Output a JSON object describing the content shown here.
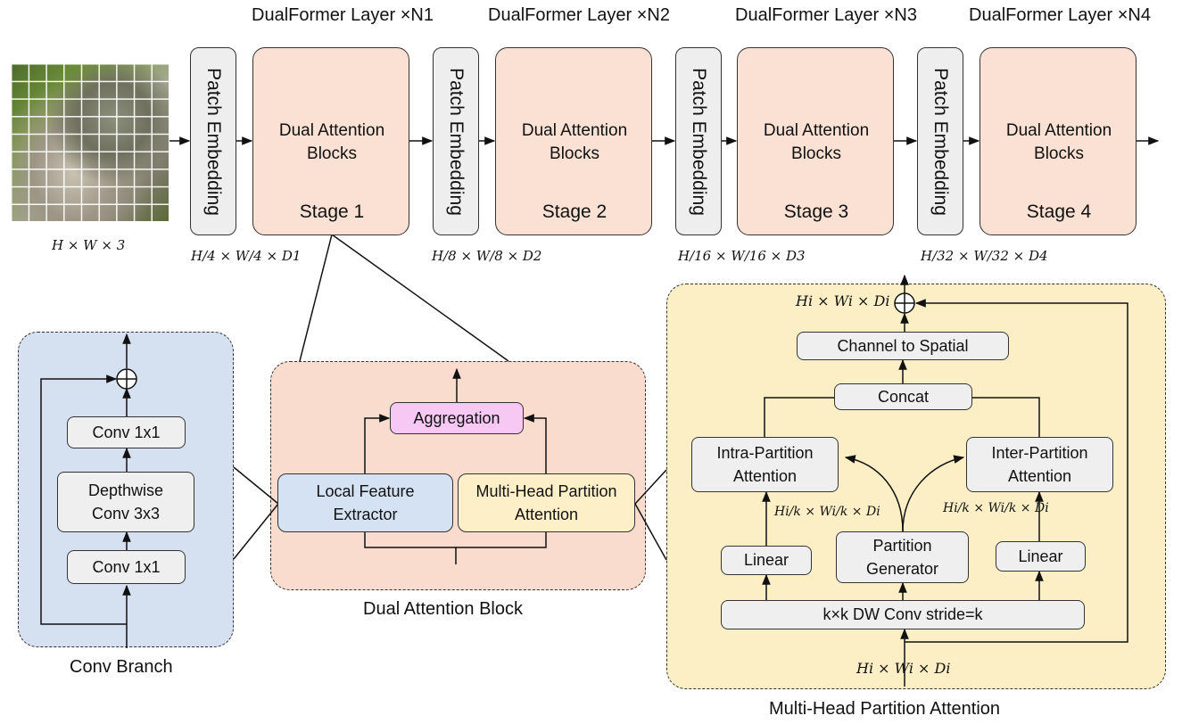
{
  "top": {
    "layer_labels": [
      "DualFormer Layer ×N1",
      "DualFormer Layer ×N2",
      "DualFormer Layer ×N3",
      "DualFormer Layer ×N4"
    ],
    "patch_embedding": "Patch Embedding",
    "block_label": "Dual Attention Blocks",
    "stages": [
      "Stage 1",
      "Stage 2",
      "Stage 3",
      "Stage 4"
    ],
    "input_dim": "H × W × 3",
    "dims": [
      "H/4 × W/4 × D1",
      "H/8 × W/8 × D2",
      "H/16 × W/16 × D3",
      "H/32 × W/32 × D4"
    ]
  },
  "conv_branch": {
    "title": "Conv Branch",
    "conv_top": "Conv 1x1",
    "depthwise": "Depthwise Conv 3x3",
    "conv_bottom": "Conv 1x1"
  },
  "dual_block": {
    "title": "Dual Attention Block",
    "aggregation": "Aggregation",
    "local": "Local Feature Extractor",
    "mhpa": "Multi-Head Partition Attention"
  },
  "mhpa": {
    "title": "Multi-Head Partition Attention",
    "out_dim": "Hi × Wi × Di",
    "in_dim": "Hi × Wi × Di",
    "channel_to_spatial": "Channel to Spatial",
    "concat": "Concat",
    "intra": "Intra-Partition Attention",
    "inter": "Inter-Partition Attention",
    "partition_generator": "Partition Generator",
    "linear_left": "Linear",
    "linear_right": "Linear",
    "dwconv": "k×k DW Conv stride=k",
    "part_dim": "Hi/k × Wi/k × Di"
  },
  "colors": {
    "stage_fill": "#fbe1d3",
    "conv_panel": "#d5e0f0",
    "dual_panel": "#f9dccd",
    "mhpa_panel": "#fcefc6",
    "aggregation": "#f7c8f4",
    "local": "#d5e2f3",
    "mhpa_box": "#fdf0c8"
  }
}
